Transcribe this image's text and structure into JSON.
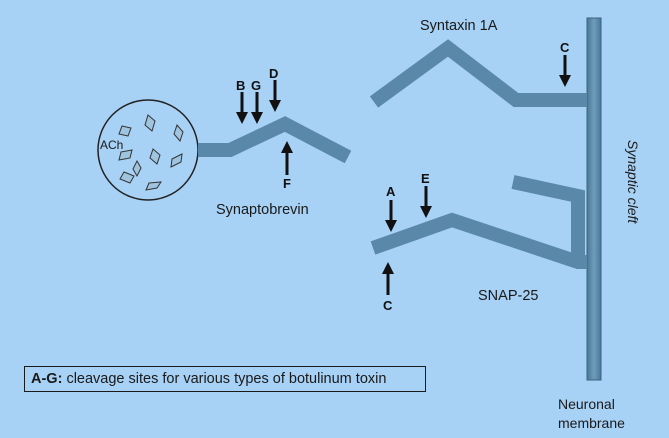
{
  "labels": {
    "syntaxin": "Syntaxin 1A",
    "synaptobrevin": "Synaptobrevin",
    "snap25": "SNAP-25",
    "ach": "ACh",
    "synaptic_cleft": "Synaptic cleft",
    "neuronal": "Neuronal",
    "membrane": "membrane"
  },
  "arrows": {
    "b": "B",
    "g": "G",
    "d": "D",
    "f": "F",
    "c_top": "C",
    "a": "A",
    "e": "E",
    "c_bottom": "C"
  },
  "legend": {
    "key": "A-G:",
    "text": " cleavage sites for various types of botulinum toxin"
  },
  "colors": {
    "background": "#a7d1f5",
    "protein": "#5a88a8",
    "membrane": "#5a88a8",
    "arrow": "#111111"
  }
}
